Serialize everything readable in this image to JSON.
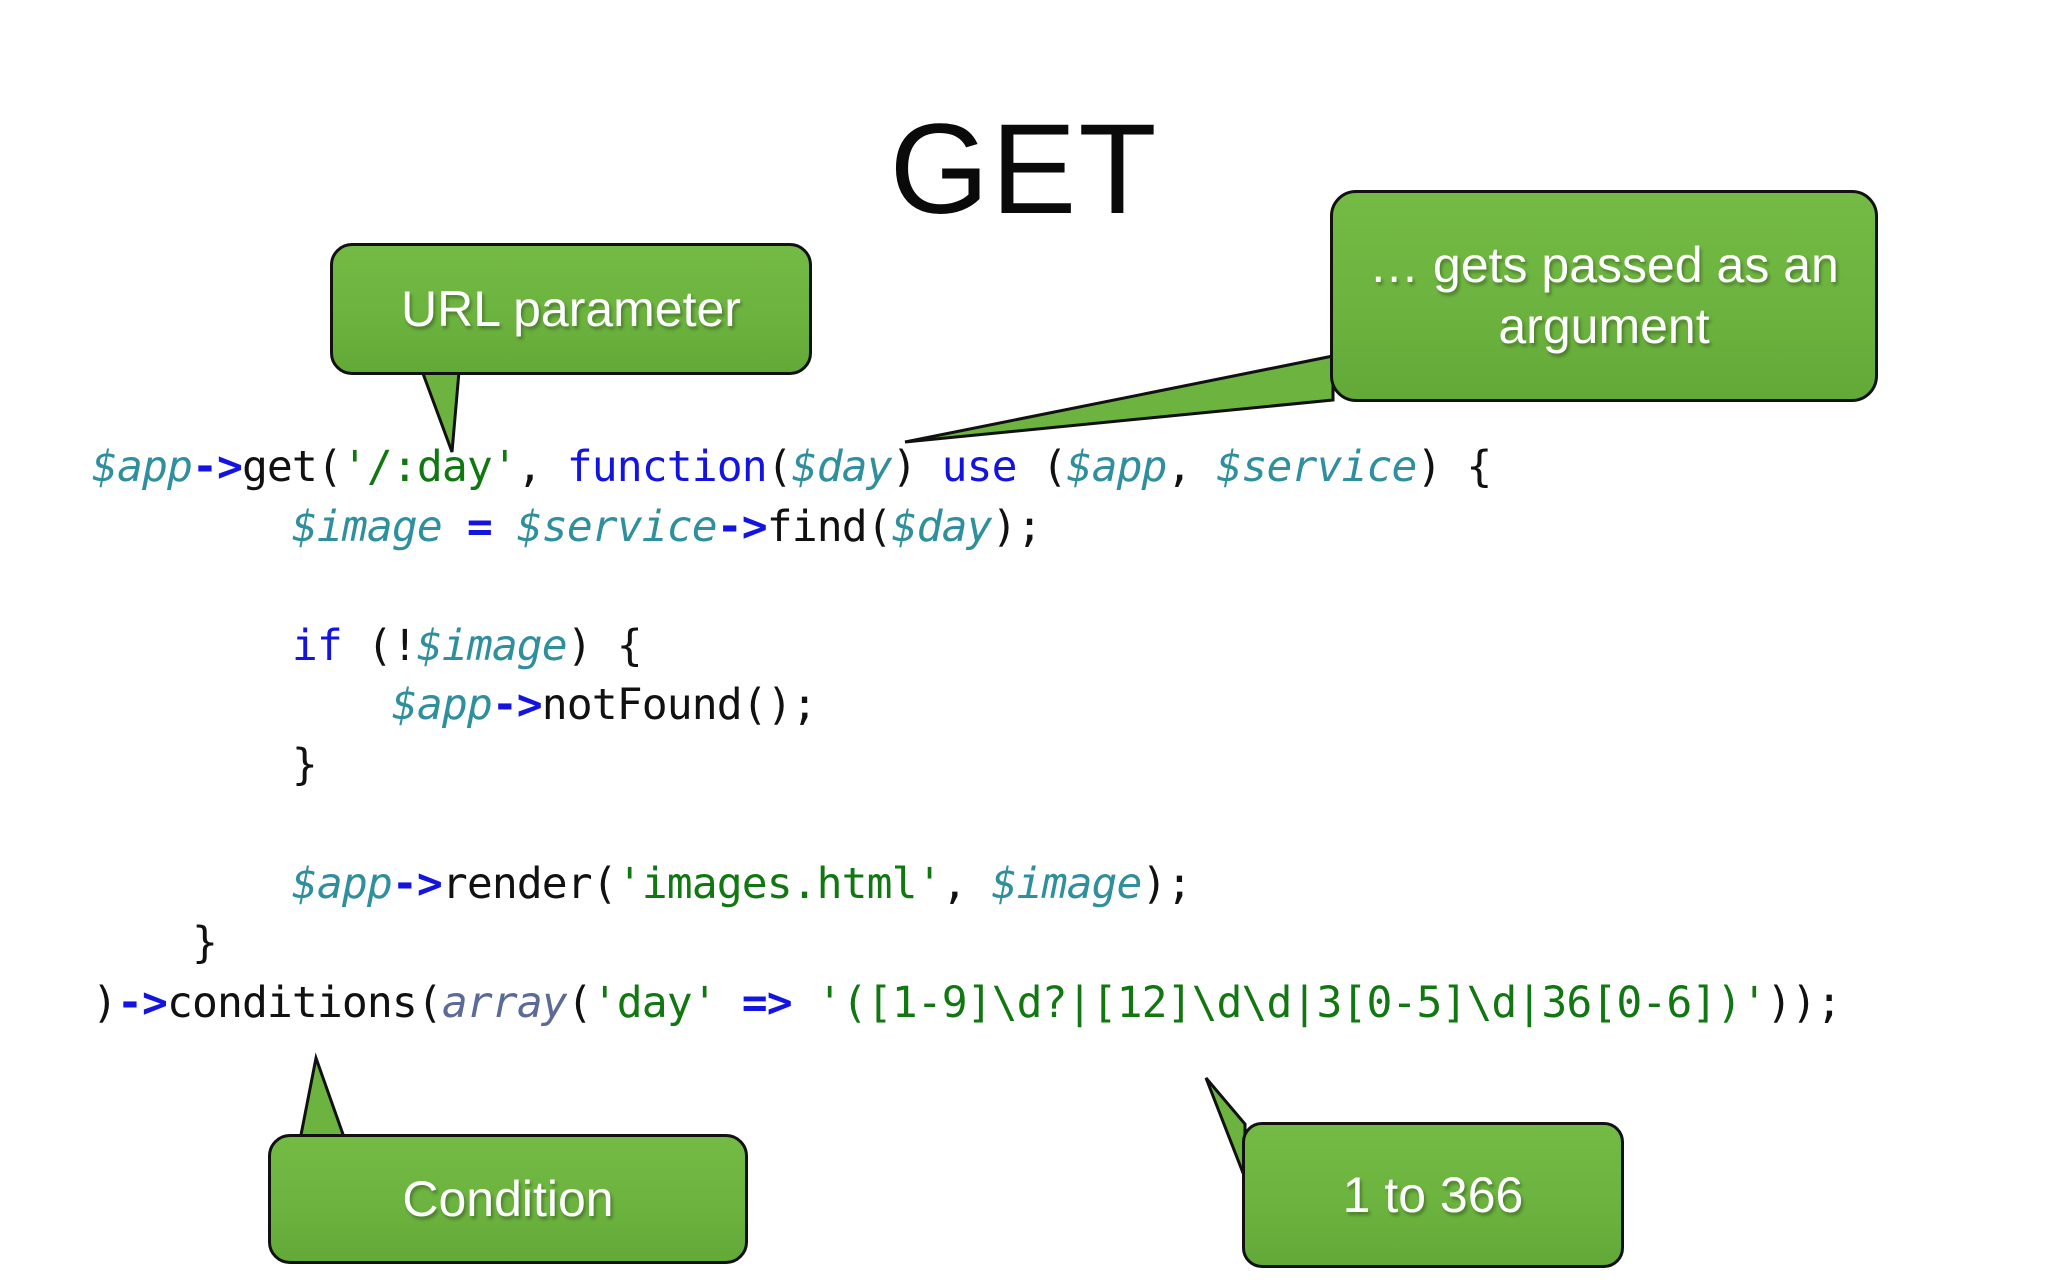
{
  "slide": {
    "title": "GET",
    "background_color": "#ffffff"
  },
  "colors": {
    "callout_green": "#6cb33f",
    "callout_border": "#111111",
    "callout_text": "#ffffff",
    "code_variable": "#2f8f9d",
    "code_keyword": "#1414e0",
    "code_string": "#117711",
    "code_function": "#5b6a96",
    "code_plain": "#111111",
    "title_color": "#0a0a0a"
  },
  "code": {
    "language": "php",
    "lines": [
      {
        "id": "line-1",
        "plain": "$app->get('/:day', function($day) use ($app, $service) {",
        "tokens": [
          {
            "text": "$app",
            "cls": "t-var"
          },
          {
            "text": "->",
            "cls": "t-arrow"
          },
          {
            "text": "get(",
            "cls": "t-plain"
          },
          {
            "text": "'/:day'",
            "cls": "t-str"
          },
          {
            "text": ", ",
            "cls": "t-plain"
          },
          {
            "text": "function",
            "cls": "t-kw"
          },
          {
            "text": "(",
            "cls": "t-plain"
          },
          {
            "text": "$day",
            "cls": "t-var"
          },
          {
            "text": ") ",
            "cls": "t-plain"
          },
          {
            "text": "use",
            "cls": "t-kw"
          },
          {
            "text": " (",
            "cls": "t-plain"
          },
          {
            "text": "$app",
            "cls": "t-var"
          },
          {
            "text": ", ",
            "cls": "t-plain"
          },
          {
            "text": "$service",
            "cls": "t-var"
          },
          {
            "text": ") {",
            "cls": "t-plain"
          }
        ]
      },
      {
        "id": "line-2",
        "plain": "        $image = $service->find($day);",
        "tokens": [
          {
            "text": "        ",
            "cls": "t-plain"
          },
          {
            "text": "$image",
            "cls": "t-var"
          },
          {
            "text": " ",
            "cls": "t-plain"
          },
          {
            "text": "=",
            "cls": "t-arrow"
          },
          {
            "text": " ",
            "cls": "t-plain"
          },
          {
            "text": "$service",
            "cls": "t-var"
          },
          {
            "text": "->",
            "cls": "t-arrow"
          },
          {
            "text": "find(",
            "cls": "t-plain"
          },
          {
            "text": "$day",
            "cls": "t-var"
          },
          {
            "text": ");",
            "cls": "t-plain"
          }
        ]
      },
      {
        "id": "line-3",
        "plain": "",
        "tokens": []
      },
      {
        "id": "line-4",
        "plain": "        if (!$image) {",
        "tokens": [
          {
            "text": "        ",
            "cls": "t-plain"
          },
          {
            "text": "if",
            "cls": "t-kw"
          },
          {
            "text": " (!",
            "cls": "t-plain"
          },
          {
            "text": "$image",
            "cls": "t-var"
          },
          {
            "text": ") {",
            "cls": "t-plain"
          }
        ]
      },
      {
        "id": "line-5",
        "plain": "            $app->notFound();",
        "tokens": [
          {
            "text": "            ",
            "cls": "t-plain"
          },
          {
            "text": "$app",
            "cls": "t-var"
          },
          {
            "text": "->",
            "cls": "t-arrow"
          },
          {
            "text": "notFound();",
            "cls": "t-plain"
          }
        ]
      },
      {
        "id": "line-6",
        "plain": "        }",
        "tokens": [
          {
            "text": "        }",
            "cls": "t-plain"
          }
        ]
      },
      {
        "id": "line-7",
        "plain": "",
        "tokens": []
      },
      {
        "id": "line-8",
        "plain": "        $app->render('images.html', $image);",
        "tokens": [
          {
            "text": "        ",
            "cls": "t-plain"
          },
          {
            "text": "$app",
            "cls": "t-var"
          },
          {
            "text": "->",
            "cls": "t-arrow"
          },
          {
            "text": "render(",
            "cls": "t-plain"
          },
          {
            "text": "'images.html'",
            "cls": "t-str"
          },
          {
            "text": ", ",
            "cls": "t-plain"
          },
          {
            "text": "$image",
            "cls": "t-var"
          },
          {
            "text": ");",
            "cls": "t-plain"
          }
        ]
      },
      {
        "id": "line-9",
        "plain": "    }",
        "tokens": [
          {
            "text": "    }",
            "cls": "t-plain"
          }
        ]
      },
      {
        "id": "line-10",
        "plain": ")->conditions(array('day' => '([1-9]\\d?|[12]\\d\\d|3[0-5]\\d|36[0-6])'));",
        "tokens": [
          {
            "text": ")",
            "cls": "t-plain"
          },
          {
            "text": "->",
            "cls": "t-arrow"
          },
          {
            "text": "conditions(",
            "cls": "t-plain"
          },
          {
            "text": "array",
            "cls": "t-fn"
          },
          {
            "text": "(",
            "cls": "t-plain"
          },
          {
            "text": "'day'",
            "cls": "t-str"
          },
          {
            "text": " ",
            "cls": "t-plain"
          },
          {
            "text": "=>",
            "cls": "t-arrow"
          },
          {
            "text": " ",
            "cls": "t-plain"
          },
          {
            "text": "'([1-9]\\d?|[12]\\d\\d|3[0-5]\\d|36[0-6])'",
            "cls": "t-str"
          },
          {
            "text": "));",
            "cls": "t-plain"
          }
        ]
      }
    ]
  },
  "callouts": {
    "url_parameter": {
      "label": "URL parameter",
      "points_to": "'/:day'"
    },
    "gets_passed": {
      "label": "… gets passed as an\nargument",
      "points_to": "$day"
    },
    "condition": {
      "label": "Condition",
      "points_to": "conditions("
    },
    "one_to_366": {
      "label": "1 to 366",
      "points_to": "regex-day-range"
    }
  }
}
